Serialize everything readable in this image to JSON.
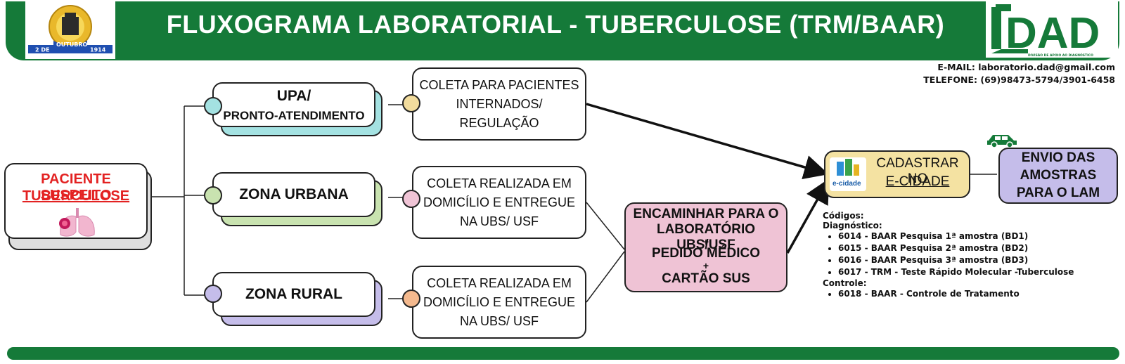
{
  "header": {
    "title": "FLUXOGRAMA LABORATORIAL - TUBERCULOSE (TRM/BAAR)",
    "left_logo_day": "2 DE",
    "left_logo_month": "OUTUBRO",
    "left_logo_year": "1914",
    "right_logo_text": "DAD",
    "right_logo_subtitle": "DIVISÃO DE APOIO AO DIAGNÓSTICO"
  },
  "contact": {
    "email": "E-MAIL: laboratorio.dad@gmail.com",
    "phone": "TELEFONE: (69)98473-5794/3901-6458"
  },
  "patient": {
    "line1": "PACIENTE SUSPEITO",
    "line2": "TUBERCULOSE"
  },
  "branches": [
    {
      "line1": "UPA/",
      "line2": "PRONTO-ATENDIMENTO"
    },
    {
      "line1": "ZONA URBANA"
    },
    {
      "line1": "ZONA RURAL"
    }
  ],
  "coletas": [
    {
      "l1": "COLETA PARA PACIENTES",
      "l2": "INTERNADOS/",
      "l3": "REGULAÇÃO"
    },
    {
      "l1": "COLETA REALIZADA EM",
      "l2": "DOMICÍLIO E ENTREGUE",
      "l3": "NA UBS/ USF"
    },
    {
      "l1": "COLETA REALIZADA EM",
      "l2": "DOMICÍLIO E ENTREGUE",
      "l3": "NA UBS/ USF"
    }
  ],
  "encaminhar": {
    "l1": "ENCAMINHAR PARA O",
    "l2": "LABORATÓRIO UBS/USF",
    "plus1": "+",
    "l3": "PEDIDO MÉDICO",
    "plus2": "+",
    "l4": "CARTÃO SUS"
  },
  "cadastrar": {
    "l1": "CADASTRAR NO",
    "l2": "E-CIDADE",
    "logo_text": "e-cidade"
  },
  "envio": {
    "l1": "ENVIO DAS",
    "l2": "AMOSTRAS",
    "l3": "PARA O LAM"
  },
  "codes": {
    "title": "Códigos:",
    "diag_title": "Diagnóstico:",
    "diag_items": [
      "6014 - BAAR Pesquisa 1ª amostra (BD1)",
      "6015 - BAAR Pesquisa 2ª amostra (BD2)",
      "6016 - BAAR Pesquisa 3ª amostra (BD3)",
      "6017 - TRM - Teste Rápido Molecular -Tuberculose"
    ],
    "ctrl_title": "Controle:",
    "ctrl_items": [
      "6018 - BAAR - Controle de Tratamento"
    ]
  },
  "colors": {
    "green": "#157a39",
    "patient_red": "#e32222",
    "upa": "#a4e2e2",
    "urbana": "#c9e3b0",
    "rural": "#c5bdea",
    "dot_upa_coleta": "#f2dc9d",
    "dot_urbana_coleta": "#f0c4d6",
    "dot_rural_coleta": "#f4b98e",
    "encaminhar": "#efc3d5",
    "cadastrar": "#f4e2a2",
    "envio": "#c5bdea"
  }
}
